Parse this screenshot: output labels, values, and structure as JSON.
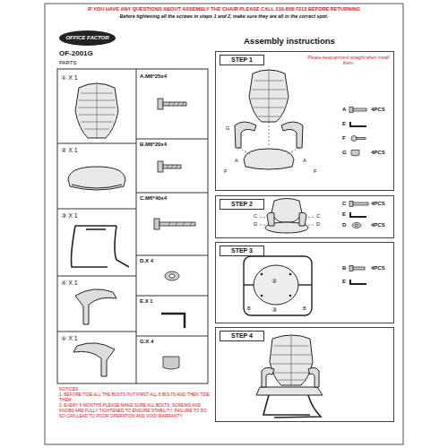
{
  "diagram": {
    "nodes": [
      {
        "text": [
          "OFFICE FACTOR"
        ]
      },
      {
        "text": [
          "STEP 1",
          "Please keep armrest straight when install them."
        ]
      },
      {
        "text": [
          "STEP 2"
        ]
      },
      {
        "text": [
          "STEP 3"
        ]
      },
      {
        "text": [
          "STEP 4"
        ]
      }
    ],
    "labels": [
      "IF YOU HAVE ANY QUESTIONS ABOUT ASSEMBLY THE CHAIR PLEASE CALL 210-858-7213 BEFORE RETURNING",
      "Before tightening all the screws in steps 1 and 2, make sure they are all in the correct spot.",
      "OF-2001G",
      "PARTS",
      "Assembly instructions",
      "① X 1",
      "A.M6*25x4",
      "② X 1",
      "B.M6*20x4",
      "C.M6*40x4",
      "③ X 1",
      "D.X 4",
      "④ X 1",
      "E.X 1",
      "⑤ X 1",
      "G.X 4",
      "NOTICES:",
      "1. BEFORE TIDE ALL THE BOLTS PUT FIRST ALL 8 BOLTS AND THEN TIDE THEM",
      "2. EVERY 6 MONTHS,PLEASE MAKE SURE ALL BOLTS, SCREWS AND KNOBS ARE FULLY TIGHTENED TO ENSURE STABILITY. FAILURE TO DO SO CAN LEAD TO POOR OPERATION AND VOID WARRANTY.",
      "A",
      "4PCS",
      "E",
      "F",
      "G",
      "4PCS",
      "G",
      "A",
      "F",
      "A",
      "F",
      "C",
      "4PCS",
      "E",
      "D",
      "4PCS",
      "C",
      "D",
      "C",
      "D",
      "B",
      "4PCS",
      "E",
      "②",
      "③",
      "B",
      "B"
    ]
  }
}
